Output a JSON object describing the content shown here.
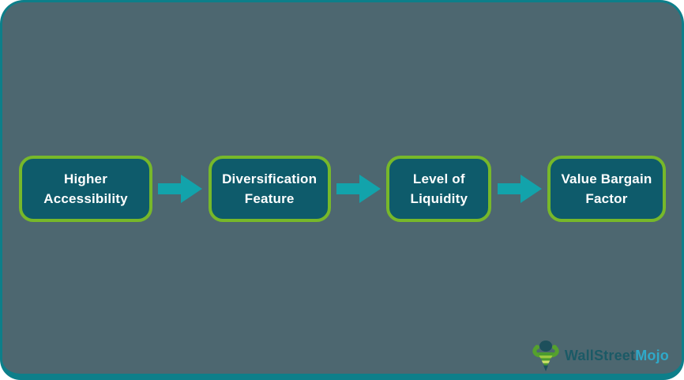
{
  "frame": {
    "background_color": "#4d6770",
    "border_color": "#0d7f8a"
  },
  "flow": {
    "steps": [
      {
        "label": "Higher Accessibility"
      },
      {
        "label": "Diversification Feature"
      },
      {
        "label": "Level of Liquidity"
      },
      {
        "label": "Value Bargain Factor"
      }
    ],
    "box_fill_color": "#0e5b6b",
    "box_border_color": "#77b82a",
    "arrow_color": "#12a3ab",
    "text_color": "#ffffff"
  },
  "logo": {
    "brand_part1": "WallStreet",
    "brand_part2": "Mojo",
    "part1_color": "#1b5a66",
    "part2_color": "#2fa9c9",
    "mascot_icon": "wallstreetmojo-mascot-icon"
  }
}
